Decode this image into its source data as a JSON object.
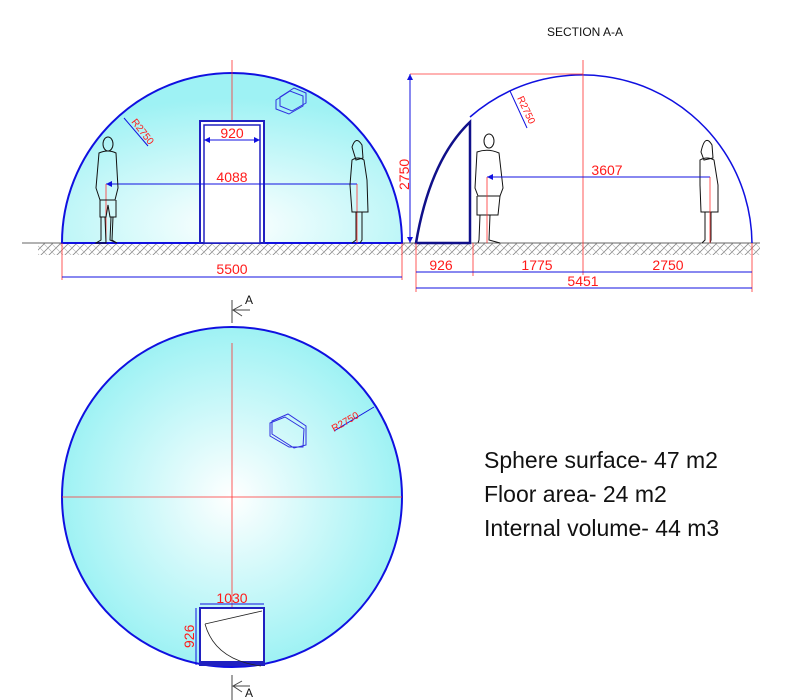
{
  "section_title": "SECTION A-A",
  "front_view": {
    "radius_label": "R2750",
    "door_width": "920",
    "person_distance": "4088",
    "base_width": "5500"
  },
  "section_view": {
    "height": "2750",
    "radius_label": "R2750",
    "person_distance": "3607",
    "segments": [
      "926",
      "1775",
      "2750"
    ],
    "total_width": "5451"
  },
  "plan_view": {
    "radius_label": "R2750",
    "door_width": "1030",
    "door_depth": "926",
    "section_marker_top": "A",
    "section_marker_bottom": "A"
  },
  "specs": [
    {
      "label": "Sphere surface- 47 m2"
    },
    {
      "label": "Floor area- 24 m2"
    },
    {
      "label": "Internal volume- 44 m3"
    }
  ],
  "colors": {
    "outline": "#1010e0",
    "dimension": "#ff1a1a",
    "fill_edge": "#9ef2f4",
    "fill_center": "#ffffff"
  }
}
